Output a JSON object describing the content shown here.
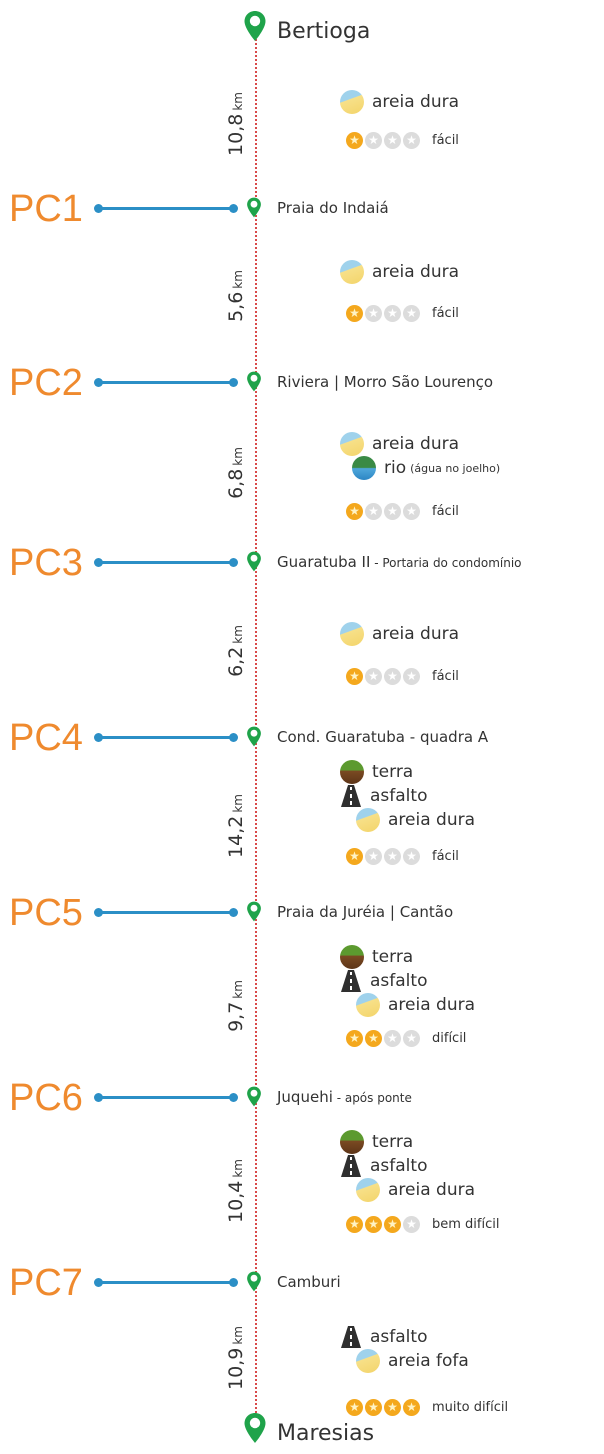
{
  "route": {
    "start": "Bertioga",
    "end": "Maresias",
    "unit": "km",
    "colors": {
      "checkpoint_label": "#ef8a2e",
      "connector": "#2b8fc6",
      "pin": "#1fa34a",
      "trail_line": "#d94a4a",
      "star_on": "#f4a81d",
      "star_off": "#dcdcdc"
    },
    "checkpoints": [
      {
        "code": "PC1",
        "place": "Praia do Indaiá",
        "sub": ""
      },
      {
        "code": "PC2",
        "place": "Riviera | Morro São Lourenço",
        "sub": ""
      },
      {
        "code": "PC3",
        "place": "Guaratuba II",
        "sub": " - Portaria do condomínio"
      },
      {
        "code": "PC4",
        "place": "Cond. Guaratuba - quadra A",
        "sub": ""
      },
      {
        "code": "PC5",
        "place": "Praia da Juréia | Cantão",
        "sub": ""
      },
      {
        "code": "PC6",
        "place": "Juquehi",
        "sub": " - após ponte"
      },
      {
        "code": "PC7",
        "place": "Camburi",
        "sub": ""
      }
    ],
    "segments": [
      {
        "distance": "10,8",
        "terrain": [
          {
            "icon": "sand-icon",
            "label": "areia dura",
            "note": ""
          }
        ],
        "stars": 1,
        "difficulty": "fácil"
      },
      {
        "distance": "5,6",
        "terrain": [
          {
            "icon": "sand-icon",
            "label": "areia dura",
            "note": ""
          }
        ],
        "stars": 1,
        "difficulty": "fácil"
      },
      {
        "distance": "6,8",
        "terrain": [
          {
            "icon": "sand-icon",
            "label": "areia dura",
            "note": ""
          },
          {
            "icon": "river-icon",
            "label": "rio",
            "note": "(água no joelho)"
          }
        ],
        "stars": 1,
        "difficulty": "fácil"
      },
      {
        "distance": "6,2",
        "terrain": [
          {
            "icon": "sand-icon",
            "label": "areia dura",
            "note": ""
          }
        ],
        "stars": 1,
        "difficulty": "fácil"
      },
      {
        "distance": "14,2",
        "terrain": [
          {
            "icon": "dirt-icon",
            "label": "terra",
            "note": ""
          },
          {
            "icon": "asphalt-icon",
            "label": "asfalto",
            "note": ""
          },
          {
            "icon": "sand-icon",
            "label": "areia dura",
            "note": ""
          }
        ],
        "stars": 1,
        "difficulty": "fácil"
      },
      {
        "distance": "9,7",
        "terrain": [
          {
            "icon": "dirt-icon",
            "label": "terra",
            "note": ""
          },
          {
            "icon": "asphalt-icon",
            "label": "asfalto",
            "note": ""
          },
          {
            "icon": "sand-icon",
            "label": "areia dura",
            "note": ""
          }
        ],
        "stars": 2,
        "difficulty": "difícil"
      },
      {
        "distance": "10,4",
        "terrain": [
          {
            "icon": "dirt-icon",
            "label": "terra",
            "note": ""
          },
          {
            "icon": "asphalt-icon",
            "label": "asfalto",
            "note": ""
          },
          {
            "icon": "sand-icon",
            "label": "areia dura",
            "note": ""
          }
        ],
        "stars": 3,
        "difficulty": "bem difícil"
      },
      {
        "distance": "10,9",
        "terrain": [
          {
            "icon": "asphalt-icon",
            "label": "asfalto",
            "note": ""
          },
          {
            "icon": "sand-icon",
            "label": "areia fofa",
            "note": ""
          }
        ],
        "stars": 4,
        "difficulty": "muito difícil"
      }
    ],
    "max_stars": 4
  }
}
